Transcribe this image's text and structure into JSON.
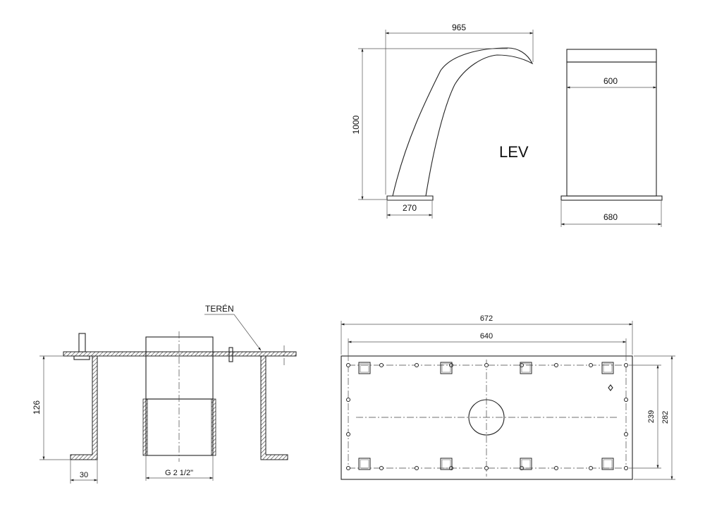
{
  "side_view": {
    "width_dim": "965",
    "height_dim": "1000",
    "base_dim": "270"
  },
  "front_view": {
    "inner_width_dim": "600",
    "base_width_dim": "680"
  },
  "model_label": "LEV",
  "section_view": {
    "terrain_label": "TERÉN",
    "height_dim": "126",
    "flange_dim": "30",
    "pipe_thread": "G 2 1/2\""
  },
  "plan_view": {
    "outer_width_dim": "672",
    "hole_pitch_dim": "640",
    "outer_height_dim": "282",
    "hole_span_dim": "239"
  },
  "colors": {
    "line": "#222222",
    "hatch": "#333333"
  }
}
